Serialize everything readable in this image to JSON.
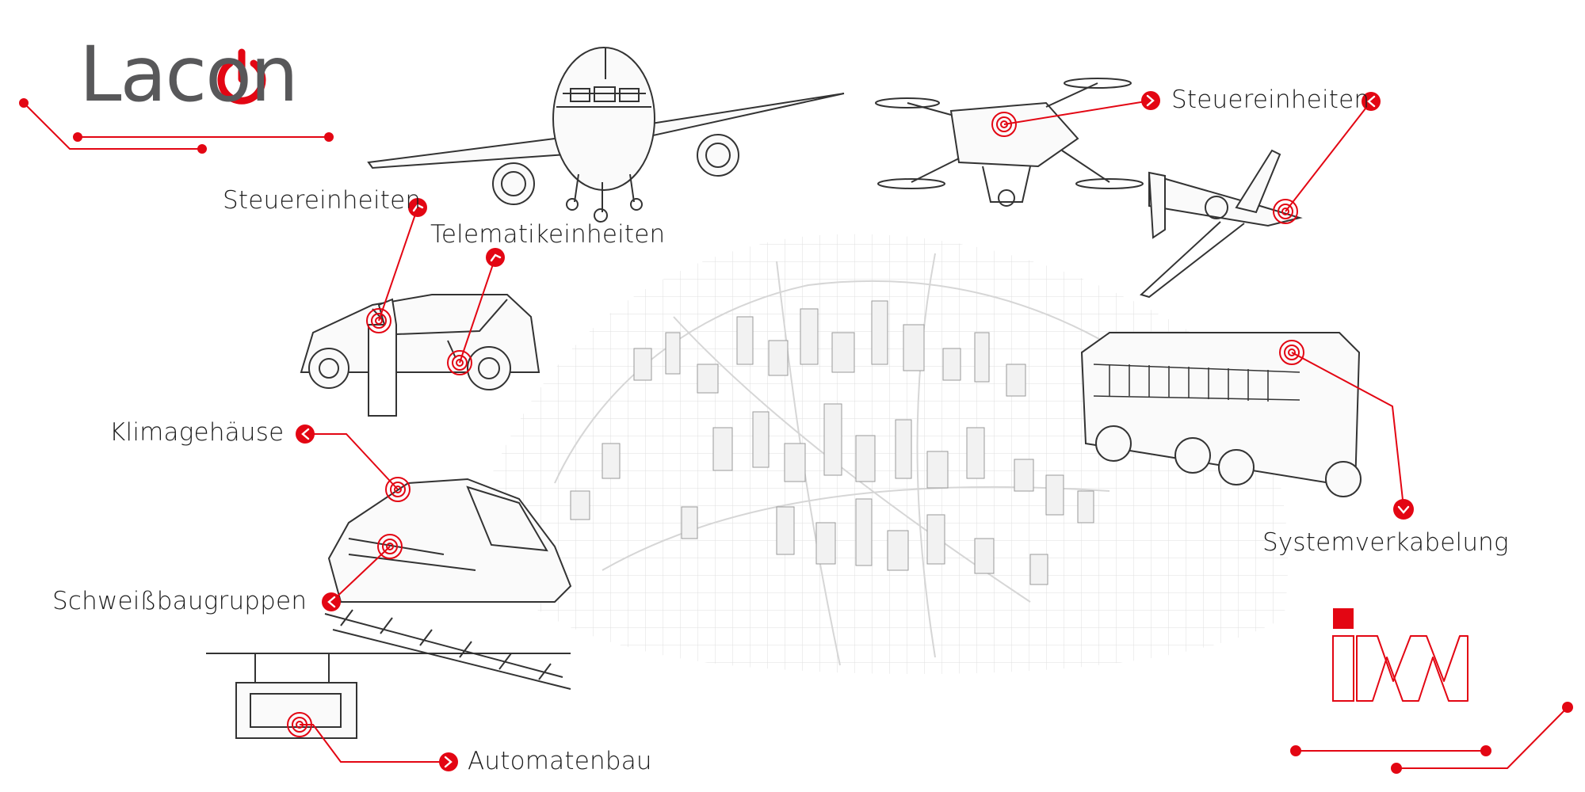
{
  "brand": {
    "logo_left": "Lacon",
    "accent_color": "#e30613",
    "gray_color": "#58585a"
  },
  "callouts": {
    "steuer_left": "Steuereinheiten",
    "telematik": "Telematikeinheiten",
    "klima": "Klimagehäuse",
    "schweiss": "Schweißbaugruppen",
    "automat": "Automatenbau",
    "steuer_right": "Steuereinheiten",
    "system": "Systemverkabelung"
  },
  "icons": {
    "airplane": "airplane-illustration",
    "drone": "drone-illustration",
    "car": "electric-car-illustration",
    "train": "train-illustration",
    "bus": "bus-illustration",
    "uav": "fixed-wing-drone-illustration",
    "city": "city-wireframe-map",
    "machine": "automation-machine-illustration"
  }
}
